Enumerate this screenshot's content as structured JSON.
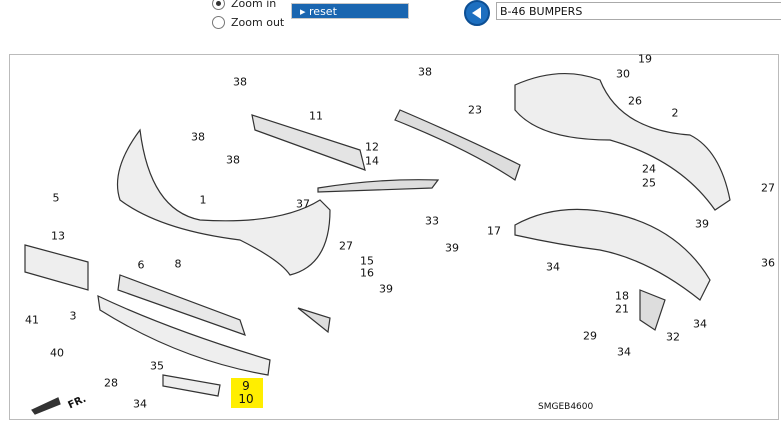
{
  "controls": {
    "zoom_in": "Zoom in",
    "zoom_out": "Zoom out",
    "reset": "reset",
    "title": "B-46 BUMPERS"
  },
  "diagram": {
    "code": "SMGEB4600",
    "front_label": "FR.",
    "callouts": [
      "38",
      "38",
      "38",
      "11",
      "5",
      "1",
      "13",
      "8",
      "6",
      "41",
      "3",
      "40",
      "28",
      "35",
      "34",
      "9",
      "10",
      "37",
      "27",
      "15",
      "16",
      "39",
      "12",
      "14",
      "38",
      "23",
      "33",
      "39",
      "19",
      "30",
      "26",
      "2",
      "24",
      "25",
      "27",
      "39",
      "36",
      "17",
      "34",
      "18",
      "21",
      "29",
      "32",
      "34",
      "34"
    ],
    "highlight_color": "#ffee00"
  }
}
